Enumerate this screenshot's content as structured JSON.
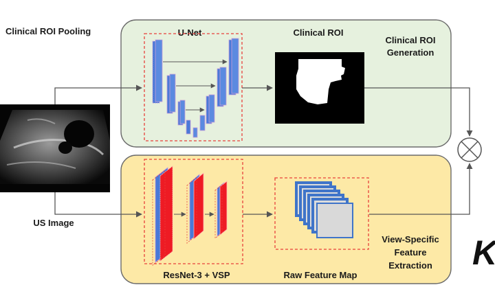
{
  "labels": {
    "title": "Clinical ROI Pooling",
    "unet": "U-Net",
    "clinical_roi": "Clinical ROI",
    "roi_generation_line1": "Clinical ROI",
    "roi_generation_line2": "Generation",
    "us_image": "US Image",
    "resnet": "ResNet-3 + VSP",
    "raw_feature_map": "Raw Feature Map",
    "view_specific_line1": "View-Specific",
    "view_specific_line2": "Feature",
    "view_specific_line3": "Extraction",
    "k_letter": "K"
  },
  "colors": {
    "top_panel_fill": "#e6f1de",
    "top_panel_stroke": "#6b6b6b",
    "bottom_panel_fill": "#fde9a6",
    "bottom_panel_stroke": "#6b6b6b",
    "dashed_red": "#e8403a",
    "unet_blue": "#4a79d8",
    "resnet_red": "#ee1b24",
    "feature_map_blue": "#3f74c9",
    "arrow": "#555555"
  },
  "icons": {
    "multiply": "circled-times-icon",
    "us_image": "ultrasound-image",
    "roi_mask": "roi-mask-image"
  }
}
